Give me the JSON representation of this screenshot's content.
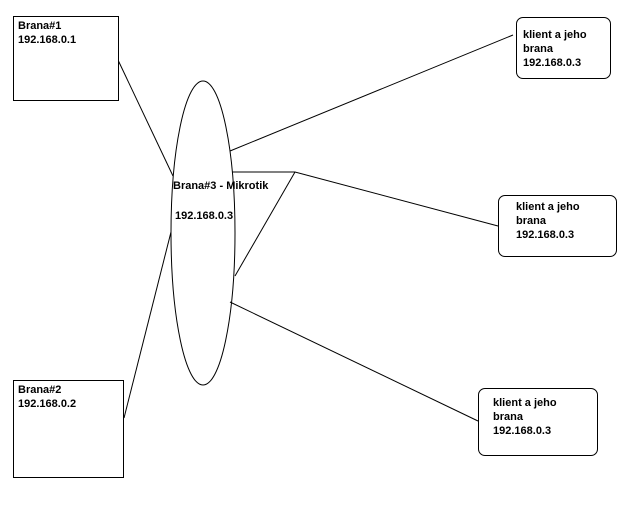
{
  "gateways": [
    {
      "name": "Brana#1",
      "ip": "192.168.0.1"
    },
    {
      "name": "Brana#2",
      "ip": "192.168.0.2"
    }
  ],
  "router": {
    "name": "Brana#3 - Mikrotik",
    "ip": "192.168.0.3"
  },
  "clients": [
    {
      "line1": "klient a jeho",
      "line2": "brana",
      "ip": "192.168.0.3"
    },
    {
      "line1": "klient a jeho",
      "line2": "brana",
      "ip": "192.168.0.3"
    },
    {
      "line1": "klient a jeho",
      "line2": "brana",
      "ip": "192.168.0.3"
    }
  ],
  "colors": {
    "stroke": "#000000",
    "background": "#ffffff"
  }
}
